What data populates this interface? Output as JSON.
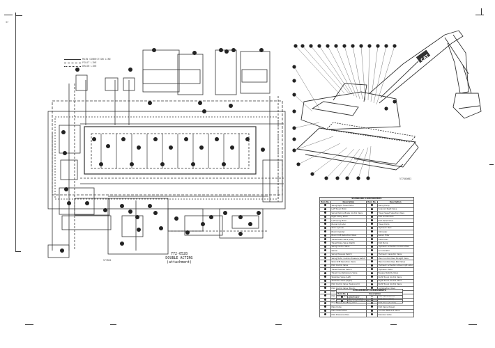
{
  "legend": {
    "lines": [
      "MAIN CONNECTION LINE",
      "PILOT LINE",
      "DRAIN LINE"
    ]
  },
  "drawing": {
    "number": "772-0528",
    "title": "DOUBLE ACTING (attachment)"
  },
  "sheet_ref": "577801",
  "part_ref": "577840802",
  "page_number": "37",
  "standard_components": {
    "caption": "STANDARD COMPONENTS",
    "col_number": "Item No.",
    "col_desc": "Description",
    "left": [
      "Swing Right Travel Motor",
      "Left Travel Motor",
      "Swing Parking Brake Control Valve",
      "Right Swing Motor",
      "Left Swing Motor",
      "Bucket Cylinder",
      "Stick Cylinder",
      "Boom Cylinder",
      "Boom Drift Reduction Valve",
      "Travel Brake Valve (Left)",
      "Travel Brake Valve (Right)",
      "Swing Control Valve",
      "Swivel",
      "Swing Pressure Switch",
      "Swing Motor Cushion Pressure Switch",
      "Stick Drift Reduction Valve",
      "Pilot Control Valve",
      "Travel Pressure Switch",
      "Travel Counterbalance Valve",
      "Stabilizer Valve (Left)",
      "Stabilizer Valve (Right)",
      "Pilot Control Valve (Swing Arm)",
      "Pilot Control Valve (Boom)",
      "Pilot Control Valve (Stick/Swing)",
      "Pilot Control Valve (Implement)",
      "Pilot Control Travel Pressure Switch",
      "Proportional Reducing Valve",
      "Main Pump",
      "Main Relief Valve",
      "Pilot Pressure Valve"
    ],
    "right": [
      "Swing Pump",
      "Solenoid Right Valve",
      "Travel Speed Selection Valve",
      "Pilot Oil Manifold",
      "Pilot Relief Valve",
      "Travel Pump",
      "Hydraulic Tank",
      "Oil Cooler",
      "Return Filter",
      "Case Drain",
      "Pilot Pump",
      "Hydraulic Activation Control Valve",
      "Accumulator",
      "Hydraulic Capacitor Valve",
      "Main Control Valve Straight Valve",
      "Main Control Valve Pilot Valve",
      "Hydraulic Activation Valve (right side)",
      "Hydraulic Valve",
      "Bypass Stability Valve",
      "Right Travel Control Valve",
      "Right Travel Control Valve",
      "Right Travel Control Valve",
      "Combination Valve",
      "Flow Straight Valve",
      "Pilot Valve (boom)",
      "Pilot Valve (stick)",
      "Pilot Valve (bucket)",
      "Pilot Valve (travel)",
      "Counter Restraint Valve",
      "Resolver Valve"
    ]
  },
  "attachment_components": {
    "caption": "ATTACHMENT COMPONENTS",
    "col_number": "Item No.",
    "col_desc": "Description",
    "rows": [
      "Attachment",
      "Flow Control Valve (Attachment)"
    ]
  }
}
